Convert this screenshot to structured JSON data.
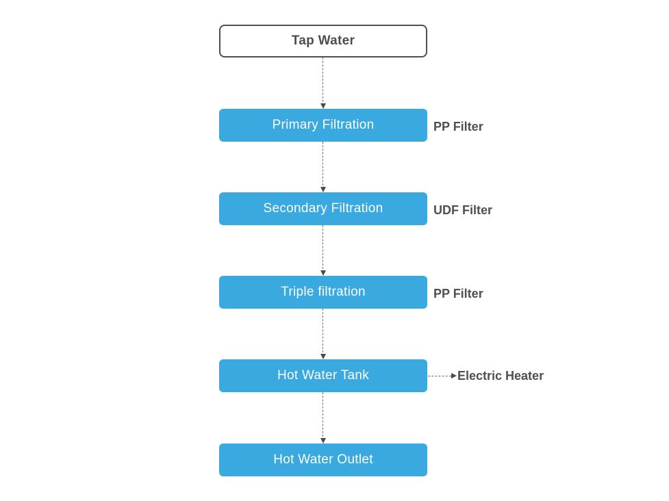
{
  "diagram": {
    "type": "flowchart",
    "background": "#FFFFFF",
    "colors": {
      "process_fill": "#39A9E0",
      "process_text": "#FFFFFF",
      "start_fill": "#FFFFFF",
      "start_border": "#4E4E4E",
      "start_text": "#4D4D4D",
      "annotation_text": "#4F4F4F",
      "connector_line": "#6B6B6B",
      "arrowhead": "#4A4A4A"
    },
    "nodes": [
      {
        "id": "tap-water",
        "label": "Tap Water",
        "shape": "start"
      },
      {
        "id": "primary-filtration",
        "label": "Primary Filtration",
        "shape": "process",
        "annotation": "PP Filter"
      },
      {
        "id": "secondary-filtration",
        "label": "Secondary Filtration",
        "shape": "process",
        "annotation": "UDF Filter"
      },
      {
        "id": "triple-filtration",
        "label": "Triple filtration",
        "shape": "process",
        "annotation": "PP Filter"
      },
      {
        "id": "hot-water-tank",
        "label": "Hot Water Tank",
        "shape": "process",
        "annotation": "Electric Heater"
      },
      {
        "id": "hot-water-outlet",
        "label": "Hot Water Outlet",
        "shape": "process"
      }
    ],
    "edges": [
      {
        "from": "Tap Water",
        "to": "Primary Filtration",
        "style": "dashed",
        "direction": "down"
      },
      {
        "from": "Primary Filtration",
        "to": "Secondary Filtration",
        "style": "dashed",
        "direction": "down"
      },
      {
        "from": "Secondary Filtration",
        "to": "Triple filtration",
        "style": "dashed",
        "direction": "down"
      },
      {
        "from": "Triple filtration",
        "to": "Hot Water Tank",
        "style": "dashed",
        "direction": "down"
      },
      {
        "from": "Hot Water Tank",
        "to": "Hot Water Outlet",
        "style": "dashed",
        "direction": "down"
      },
      {
        "from": "Hot Water Tank",
        "to": "Electric Heater",
        "style": "dashed",
        "direction": "right"
      }
    ]
  }
}
